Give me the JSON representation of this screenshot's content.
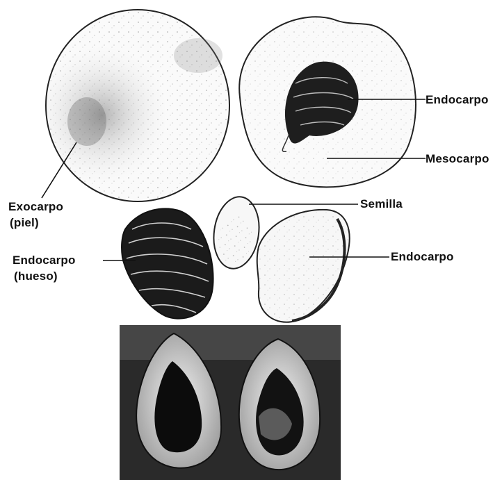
{
  "labels": {
    "endocarpo_top": "Endocarpo",
    "mesocarpo": "Mesocarpo",
    "exocarpo": "Exocarpo",
    "exocarpo_sub": "(piel)",
    "semilla": "Semilla",
    "endocarpo_left": "Endocarpo",
    "endocarpo_left_sub": "(hueso)",
    "endocarpo_right": "Endocarpo"
  },
  "colors": {
    "ink": "#111111",
    "background": "#ffffff",
    "photo_dark": "#1a1a1a"
  },
  "icons": {
    "whole_fruit": "peach-exterior-drawing",
    "cut_fruit": "peach-cross-section-drawing",
    "pit": "peach-pit-drawing",
    "seed": "seed-drawing",
    "open_pit": "open-pit-drawing",
    "photo": "split-pit-photograph"
  }
}
